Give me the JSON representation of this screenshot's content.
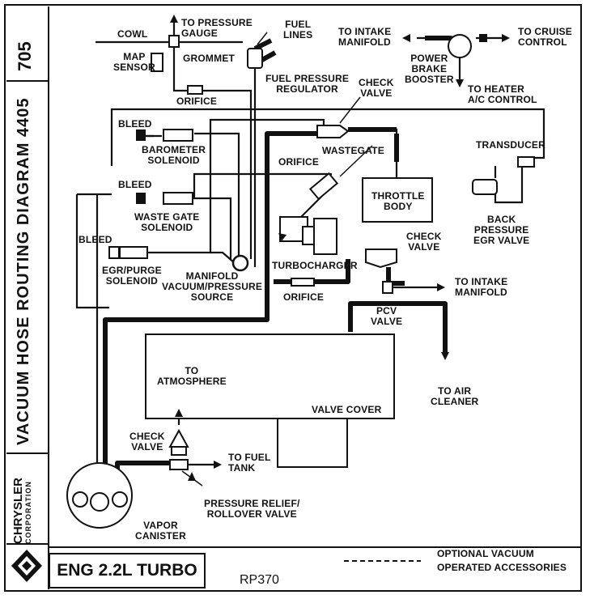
{
  "title": "VACUUM HOSE ROUTING DIAGRAM 4405",
  "code": "705",
  "manufacturer": {
    "name": "CHRYSLER",
    "subtitle": "CORPORATION"
  },
  "engine": "ENG 2.2L TURBO",
  "ref": "RP370",
  "legend": {
    "line1": "OPTIONAL VACUUM",
    "line2": "OPERATED ACCESSORIES"
  },
  "labels": {
    "cowl": "COWL",
    "to_pressure_gauge": "TO PRESSURE\nGAUGE",
    "fuel_lines": "FUEL\nLINES",
    "to_intake_manifold_top": "TO INTAKE\nMANIFOLD",
    "to_cruise_control": "TO CRUISE\nCONTROL",
    "map_sensor": "MAP\nSENSOR",
    "grommet": "GROMMET",
    "power_brake_booster": "POWER\nBRAKE\nBOOSTER",
    "fuel_pressure_regulator": "FUEL PRESSURE\nREGULATOR",
    "orifice_top": "ORIFICE",
    "check_valve_top": "CHECK\nVALVE",
    "to_heater": "TO HEATER\nA/C CONTROL",
    "bleed_1": "BLEED",
    "barometer_solenoid": "BAROMETER\nSOLENOID",
    "wastegate": "WASTEGATE",
    "transducer": "TRANSDUCER",
    "orifice_mid": "ORIFICE",
    "bleed_2": "BLEED",
    "throttle_body": "THROTTLE\nBODY",
    "waste_gate_solenoid": "WASTE GATE\nSOLENOID",
    "back_pressure_egr": "BACK\nPRESSURE\nEGR VALVE",
    "bleed_3": "BLEED",
    "check_valve_mid": "CHECK\nVALVE",
    "turbocharger": "TURBOCHARGER",
    "egr_purge_solenoid": "EGR/PURGE\nSOLENOID",
    "manifold_vacuum": "MANIFOLD\nVACUUM/PRESSURE\nSOURCE",
    "orifice_low": "ORIFICE",
    "to_intake_manifold_mid": "TO INTAKE\nMANIFOLD",
    "pcv_valve": "PCV\nVALVE",
    "to_atmosphere": "TO\nATMOSPHERE",
    "to_air_cleaner": "TO AIR\nCLEANER",
    "valve_cover": "VALVE COVER",
    "check_valve_low": "CHECK\nVALVE",
    "to_fuel_tank": "TO FUEL\nTANK",
    "pressure_relief": "PRESSURE RELIEF/\nROLLOVER VALVE",
    "vapor_canister": "VAPOR\nCANISTER"
  }
}
